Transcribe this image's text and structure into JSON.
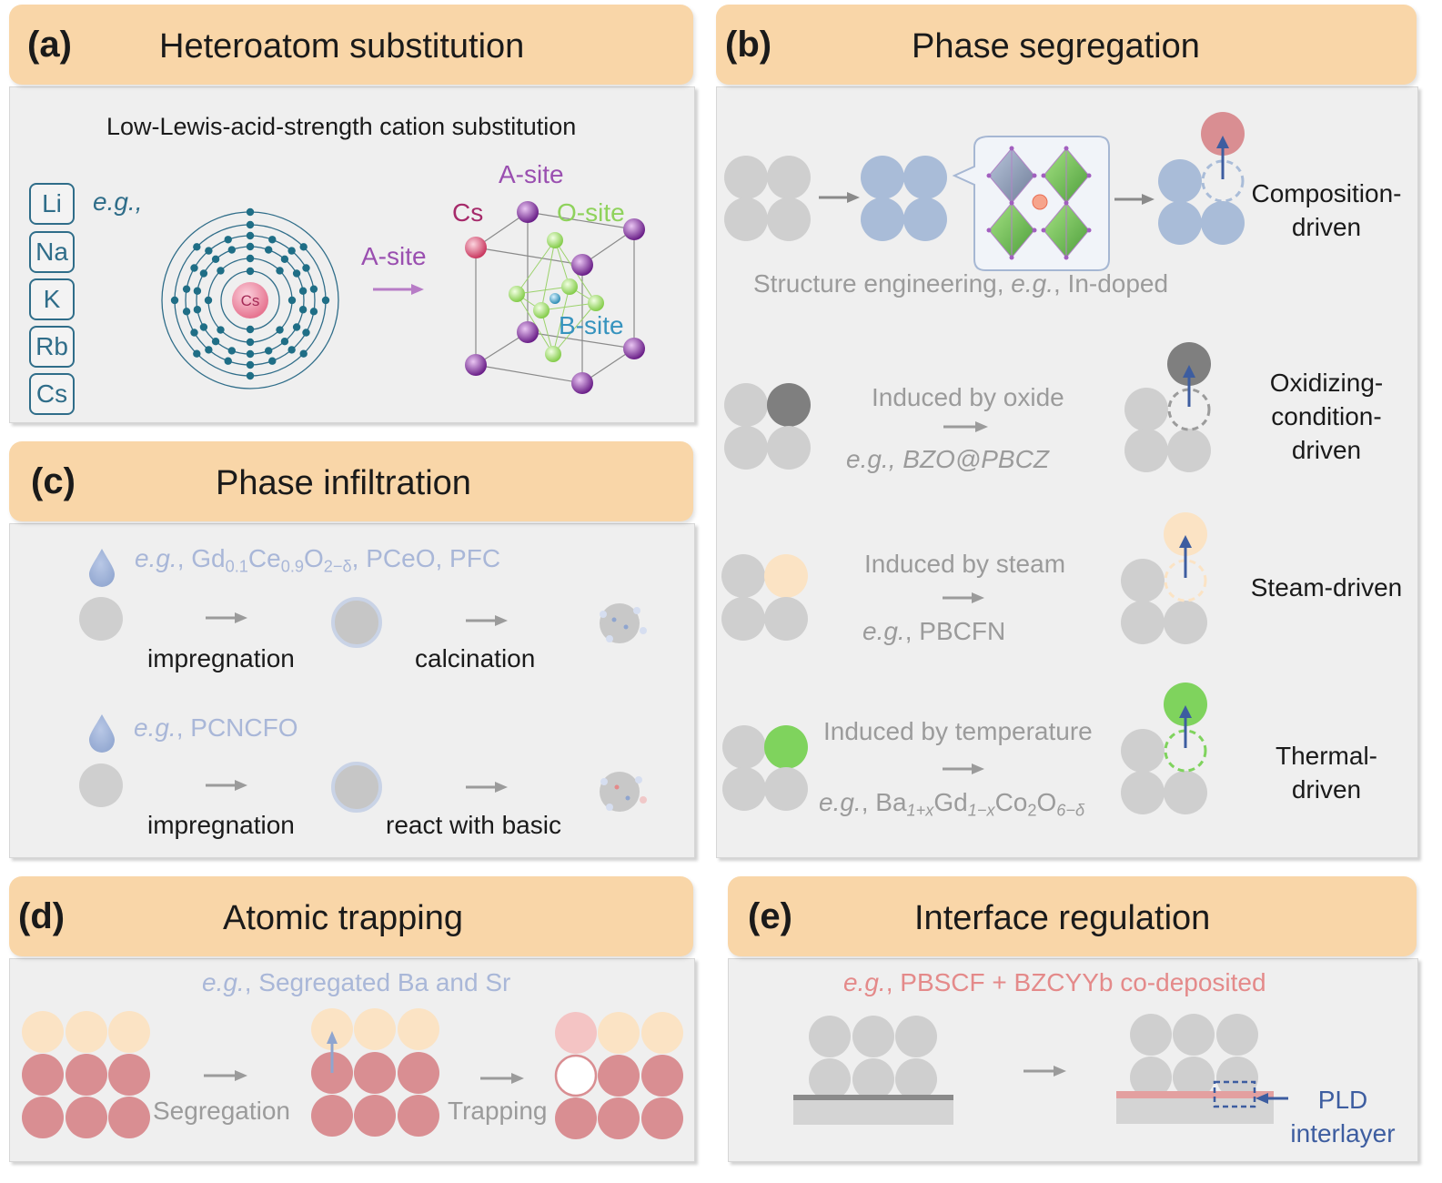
{
  "panels": {
    "a": {
      "letter": "(a)",
      "title": "Heteroatom substitution",
      "subtitle": "Low-Lewis-acid-strength cation substitution",
      "eg": "e.g.,",
      "elements": [
        "Li",
        "Na",
        "K",
        "Rb",
        "Cs"
      ],
      "atom_label": "Cs",
      "arrow_label": "A-site",
      "site_labels": {
        "cs": "Cs",
        "a": "A-site",
        "o": "O-site",
        "b": "B-site"
      }
    },
    "b": {
      "letter": "(b)",
      "title": "Phase segregation",
      "row1": {
        "caption_prefix": "Structure engineering, ",
        "caption_eg": "e.g.",
        "caption_suffix": ", In-doped",
        "label_line1": "Composition-",
        "label_line2": "driven"
      },
      "row2": {
        "induced": "Induced by oxide",
        "eg_prefix": "e.g.",
        "eg_text": ", BZO@PBCZ",
        "label_line1": "Oxidizing-",
        "label_line2": "condition-",
        "label_line3": "driven"
      },
      "row3": {
        "induced": "Induced by steam",
        "eg_prefix": "e.g.",
        "eg_text": ", PBCFN",
        "label_line1": "Steam-driven"
      },
      "row4": {
        "induced": "Induced by temperature",
        "eg_prefix": "e.g.",
        "eg_ba": ", Ba",
        "eg_ba_sub": "1+x",
        "eg_gd": "Gd",
        "eg_gd_sub": "1−x",
        "eg_co": "Co",
        "eg_co_sub": "2",
        "eg_o": "O",
        "eg_o_sub": "6−δ",
        "label_line1": "Thermal-",
        "label_line2": "driven"
      }
    },
    "c": {
      "letter": "(c)",
      "title": "Phase infiltration",
      "row1": {
        "eg_prefix": "e.g.",
        "eg_gd": ", Gd",
        "eg_gd_sub": "0.1",
        "eg_ce": "Ce",
        "eg_ce_sub": "0.9",
        "eg_o": "O",
        "eg_o_sub": "2−δ",
        "eg_rest": ", PCeO, PFC",
        "step1": "impregnation",
        "step2": "calcination"
      },
      "row2": {
        "eg_prefix": "e.g.",
        "eg_text": ", PCNCFO",
        "step1": "impregnation",
        "step2": "react with basic"
      }
    },
    "d": {
      "letter": "(d)",
      "title": "Atomic trapping",
      "eg_prefix": "e.g.",
      "eg_text": ", Segregated Ba and Sr",
      "step1": "Segregation",
      "step2": "Trapping"
    },
    "e": {
      "letter": "(e)",
      "title": "Interface regulation",
      "eg_prefix": "e.g.",
      "eg_text": ", PBSCF + BZCYYb co-deposited",
      "label_line1": "PLD",
      "label_line2": "interlayer"
    }
  },
  "colors": {
    "header": "#f9d6a8",
    "panel": "#efefef",
    "grey_sphere": "#cfcfcf",
    "blue_sphere": "#a9bcd8",
    "red_sphere": "#d98e92",
    "peach_sphere": "#fbe3c4",
    "green_sphere": "#7fd35d",
    "dark_sphere": "#7f7f7f",
    "arrow_blue": "#3d5da0",
    "purple": "#9a4fb0",
    "teal": "#2f6d89"
  }
}
